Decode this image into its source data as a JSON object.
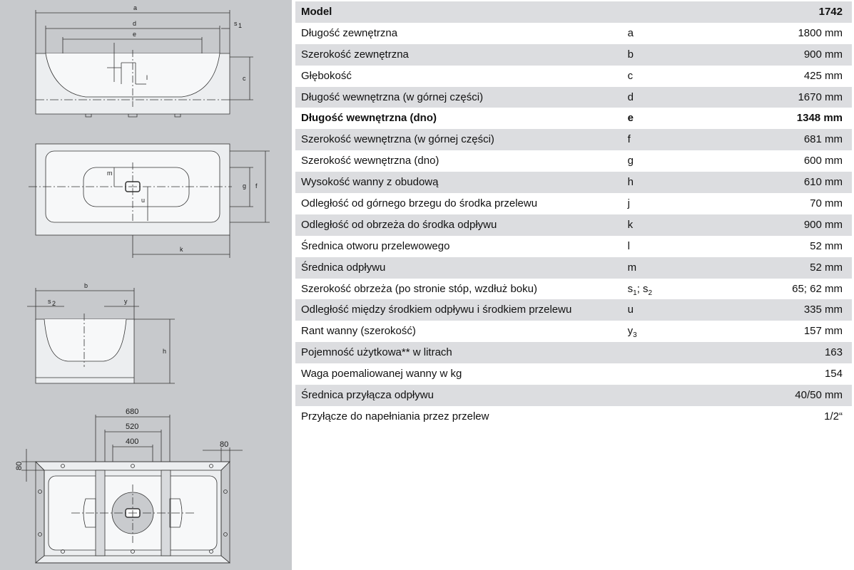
{
  "table": {
    "header": {
      "label": "Model",
      "code": "",
      "value": "1742"
    },
    "rows": [
      {
        "label": "Długość zewnętrzna",
        "code": "a",
        "value": "1800 mm",
        "bold": false
      },
      {
        "label": "Szerokość zewnętrzna",
        "code": "b",
        "value": "900 mm",
        "bold": false
      },
      {
        "label": "Głębokość",
        "code": "c",
        "value": "425 mm",
        "bold": false
      },
      {
        "label": "Długość wewnętrzna (w górnej części)",
        "code": "d",
        "value": "1670 mm",
        "bold": false
      },
      {
        "label": "Długość wewnętrzna (dno)",
        "code": "e",
        "value": "1348 mm",
        "bold": true
      },
      {
        "label": "Szerokość wewnętrzna (w górnej części)",
        "code": "f",
        "value": "681 mm",
        "bold": false
      },
      {
        "label": "Szerokość wewnętrzna (dno)",
        "code": "g",
        "value": "600 mm",
        "bold": false
      },
      {
        "label": "Wysokość wanny z obudową",
        "code": "h",
        "value": "610 mm",
        "bold": false
      },
      {
        "label": "Odległość od górnego brzegu do środka przelewu",
        "code": "j",
        "value": "70 mm",
        "bold": false
      },
      {
        "label": "Odległość od obrzeża do środka odpływu",
        "code": "k",
        "value": "900 mm",
        "bold": false
      },
      {
        "label": "Średnica otworu przelewowego",
        "code": "l",
        "value": "52 mm",
        "bold": false
      },
      {
        "label": "Średnica odpływu",
        "code": "m",
        "value": "52 mm",
        "bold": false
      },
      {
        "label": "Szerokość obrzeża (po stronie stóp, wzdłuż boku)",
        "code": "s1; s2",
        "code_parts": [
          "s",
          "1",
          "; s",
          "2"
        ],
        "value": "65; 62 mm",
        "bold": false
      },
      {
        "label": "Odległość między środkiem odpływu i środkiem przelewu",
        "code": "u",
        "value": "335 mm",
        "bold": false
      },
      {
        "label": "Rant wanny (szerokość)",
        "code": "y3",
        "code_parts": [
          "y",
          "3"
        ],
        "value": "157 mm",
        "bold": false
      },
      {
        "label": "Pojemność użytkowa** w litrach",
        "code": "",
        "value": "163",
        "bold": false
      },
      {
        "label": "Waga poemaliowanej wanny w kg",
        "code": "",
        "value": "154",
        "bold": false
      },
      {
        "label": "Średnica przyłącza odpływu",
        "code": "",
        "value": "40/50 mm",
        "bold": false
      },
      {
        "label": "Przyłącze do napełniania przez przelew",
        "code": "",
        "value": "1/2“",
        "bold": false
      }
    ]
  },
  "drawing": {
    "letters": {
      "a": "a",
      "d": "d",
      "e": "e",
      "s1": "s",
      "s1_sub": "1",
      "l": "l",
      "c": "c",
      "m": "m",
      "g": "g",
      "f": "f",
      "u": "u",
      "k": "k",
      "b": "b",
      "s2": "s",
      "s2_sub": "2",
      "y": "y",
      "h": "h"
    },
    "frame_dims": {
      "d680": "680",
      "d520": "520",
      "d400": "400",
      "d80_top": "80",
      "d80_left": "80"
    }
  }
}
